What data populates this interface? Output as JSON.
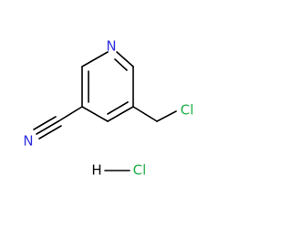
{
  "molecule": {
    "atoms": {
      "ring_n": {
        "label": "N",
        "color": "#3030e0"
      },
      "cl_chloromethyl": {
        "label": "Cl",
        "color": "#22b04a"
      },
      "nitrile_n": {
        "label": "N",
        "color": "#3030e0"
      },
      "hcl_h": {
        "label": "H",
        "color": "#000000"
      },
      "hcl_cl": {
        "label": "Cl",
        "color": "#22b04a"
      }
    }
  }
}
